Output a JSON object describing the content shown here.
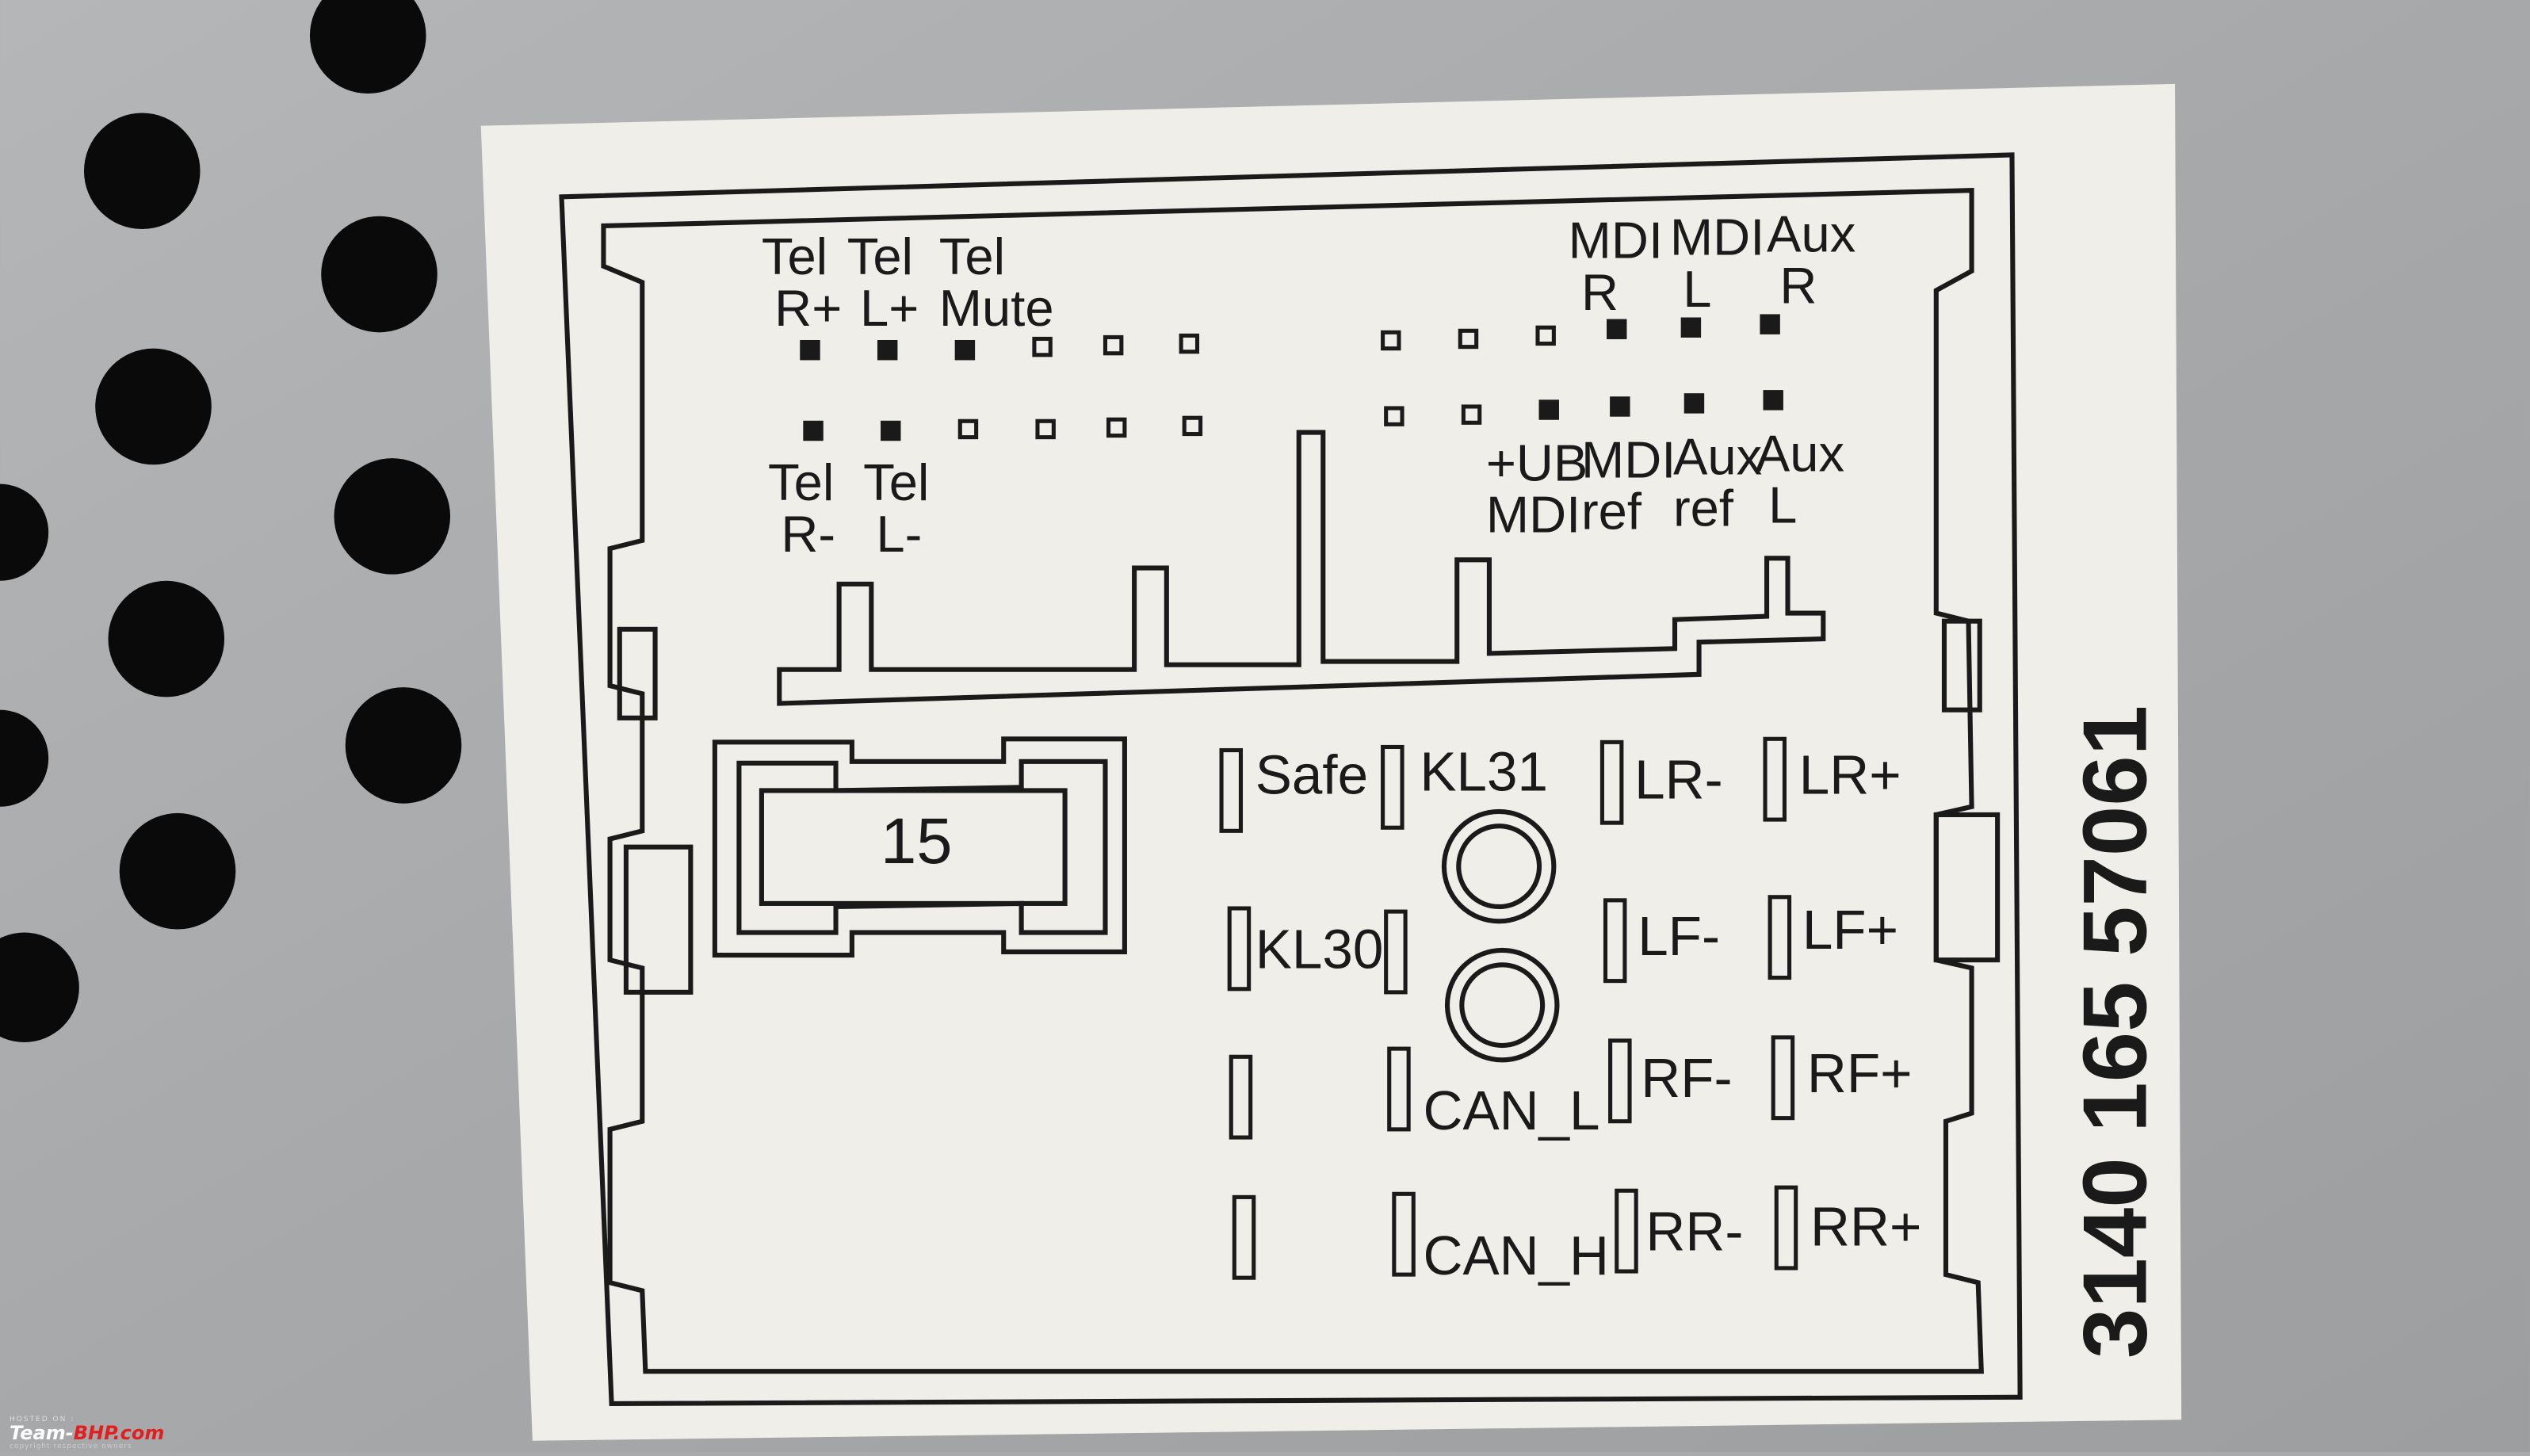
{
  "diagram": {
    "top_labels": [
      {
        "id": "tel-r-plus",
        "lines": [
          "Tel",
          "R+"
        ]
      },
      {
        "id": "tel-l-plus",
        "lines": [
          "Tel",
          "L+"
        ]
      },
      {
        "id": "tel-mute",
        "lines": [
          "Tel",
          "Mute"
        ]
      },
      {
        "id": "mdi-r",
        "lines": [
          "MDI",
          "R"
        ]
      },
      {
        "id": "mdi-l",
        "lines": [
          "MDI",
          "L"
        ]
      },
      {
        "id": "aux-r",
        "lines": [
          "Aux",
          "R"
        ]
      }
    ],
    "bottom_labels": [
      {
        "id": "tel-r-minus",
        "lines": [
          "Tel",
          "R-"
        ]
      },
      {
        "id": "tel-l-minus",
        "lines": [
          "Tel",
          "L-"
        ]
      },
      {
        "id": "ub-mdi",
        "lines": [
          "+UB",
          "MDI"
        ]
      },
      {
        "id": "mdi-ref",
        "lines": [
          "MDI",
          "ref"
        ]
      },
      {
        "id": "aux-ref",
        "lines": [
          "Aux",
          "ref"
        ]
      },
      {
        "id": "aux-l",
        "lines": [
          "Aux",
          "L"
        ]
      }
    ],
    "pin_row_1": [
      1,
      1,
      1,
      0,
      0,
      0,
      0,
      0,
      0,
      1,
      1,
      1
    ],
    "pin_row_2": [
      1,
      1,
      0,
      0,
      0,
      0,
      0,
      0,
      1,
      1,
      1,
      1
    ],
    "fuse_label": "15",
    "power_pins": [
      "Safe",
      "KL31",
      "KL30",
      "CAN_L",
      "CAN_H"
    ],
    "speaker_pins": [
      "LR-",
      "LR+",
      "LF-",
      "LF+",
      "RF-",
      "RF+",
      "RR-",
      "RR+"
    ],
    "part_number": "3140 165 57061"
  },
  "watermark": {
    "line1": "HOSTED ON :",
    "brand_white": "Team-",
    "brand_red": "BHP.com",
    "line3": "copyright respective owners"
  },
  "colors": {
    "metal": "#a8aaac",
    "paper": "#efeee9",
    "ink": "#1a1a1a"
  }
}
